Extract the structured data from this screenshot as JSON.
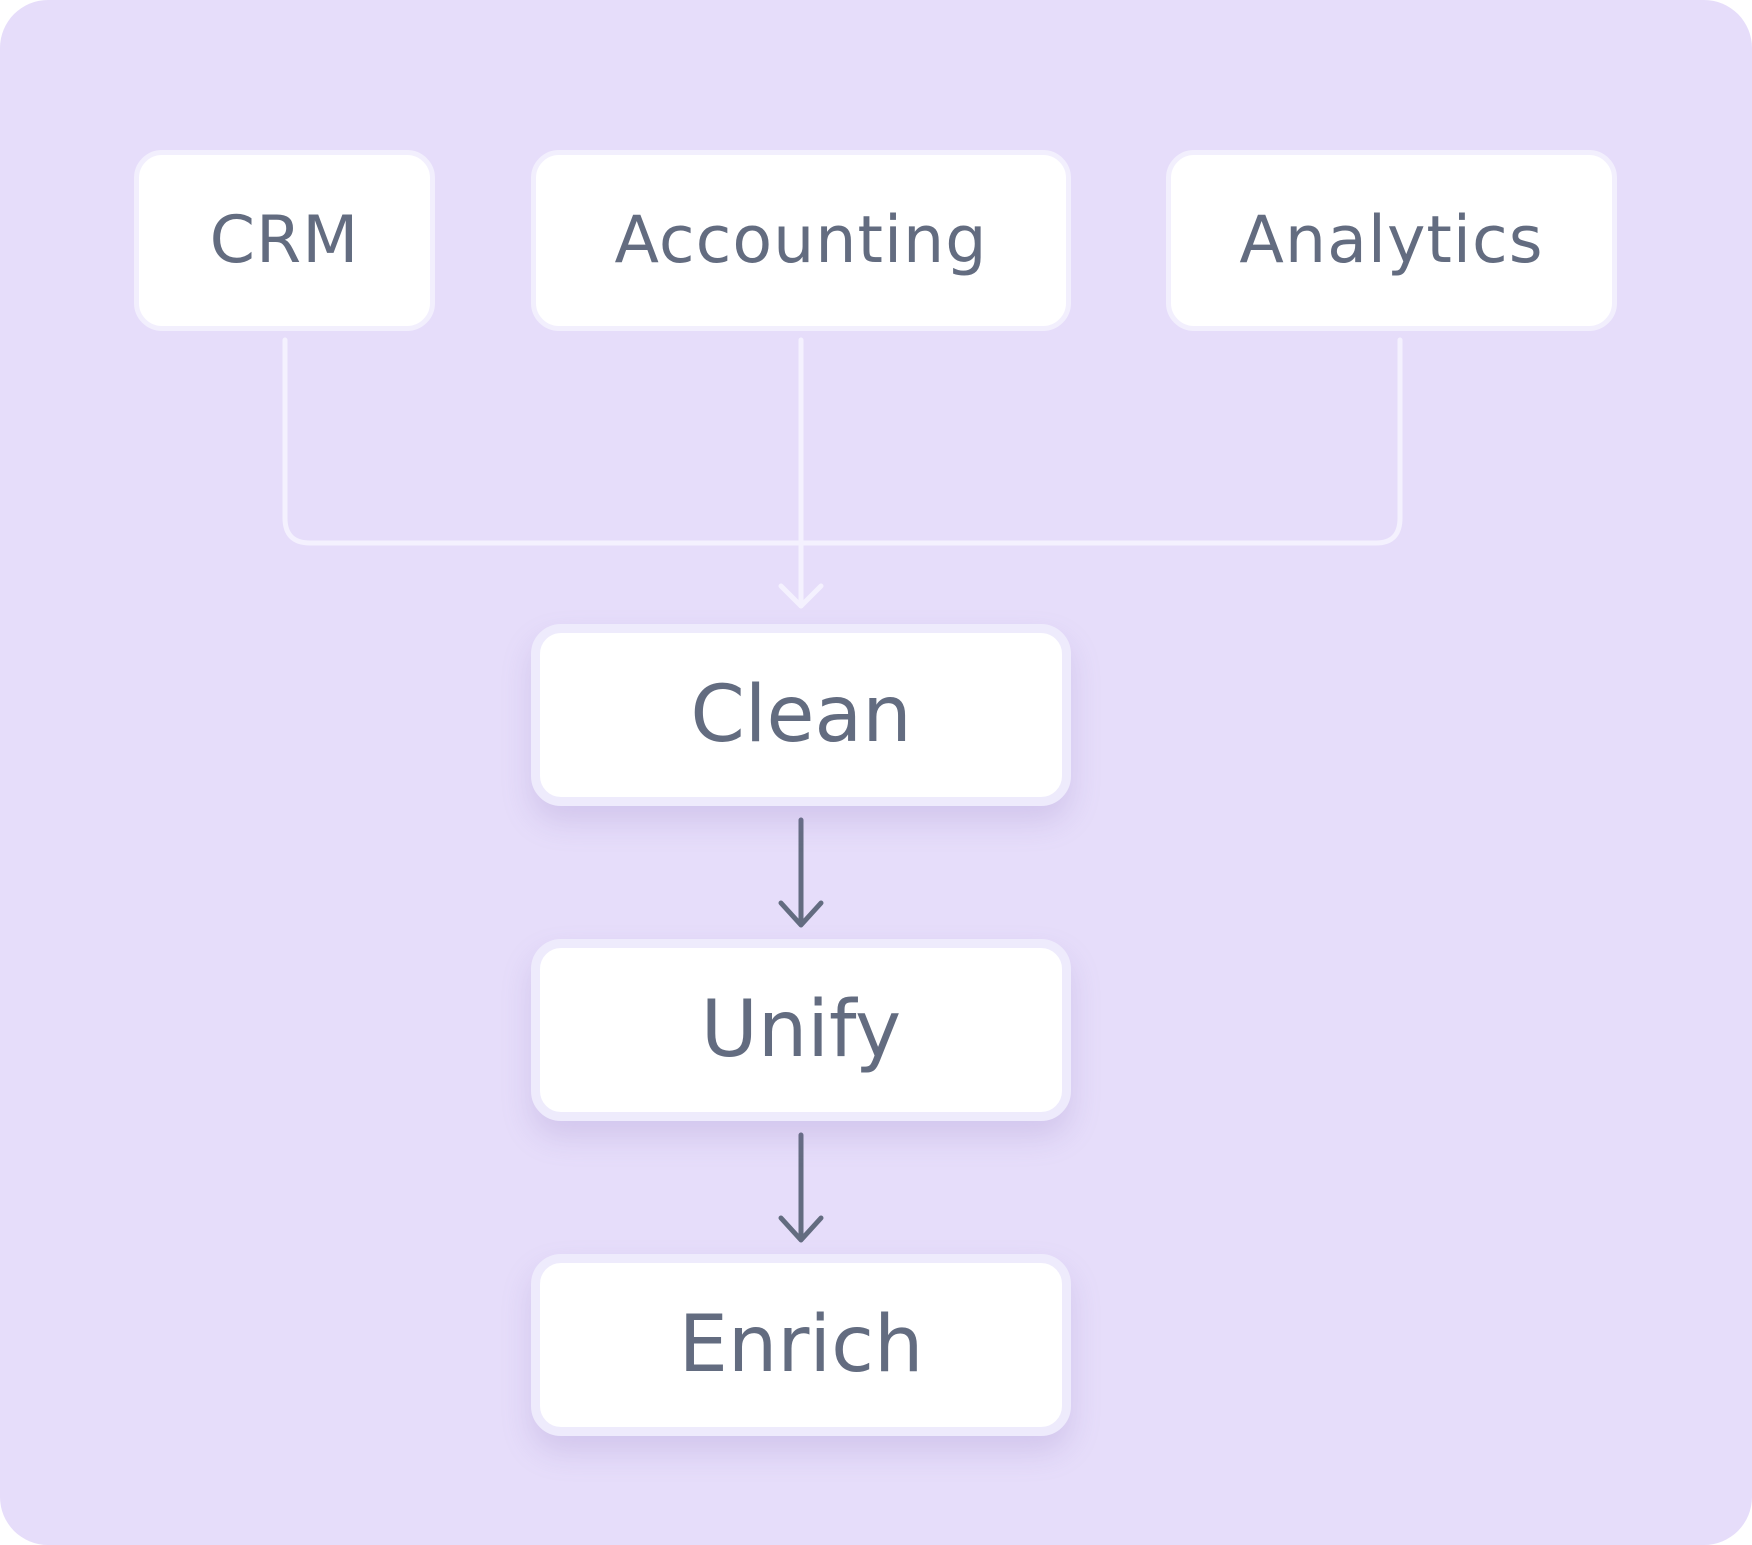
{
  "diagram": {
    "sources": [
      {
        "label": "CRM"
      },
      {
        "label": "Accounting"
      },
      {
        "label": "Analytics"
      }
    ],
    "steps": [
      {
        "label": "Clean"
      },
      {
        "label": "Unify"
      },
      {
        "label": "Enrich"
      }
    ]
  },
  "colors": {
    "background": "#e6ddfa",
    "node_fill": "#ffffff",
    "node_text": "#636c80",
    "source_connector": "#f4f1fe",
    "step_arrow": "#636c80"
  }
}
